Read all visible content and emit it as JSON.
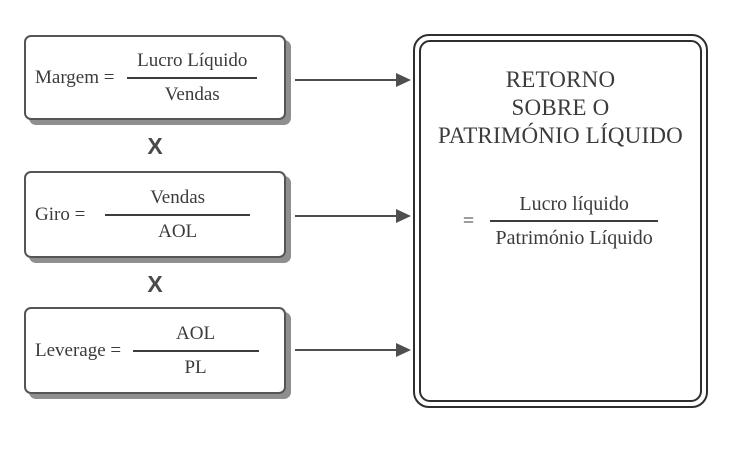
{
  "diagram": {
    "type": "flow-diagram",
    "multiply_sign": "X",
    "factors": [
      {
        "label": "Margem =",
        "numerator": "Lucro Líquido",
        "denominator": "Vendas"
      },
      {
        "label": "Giro =",
        "numerator": "Vendas",
        "denominator": "AOL"
      },
      {
        "label": "Leverage =",
        "numerator": "AOL",
        "denominator": "PL"
      }
    ],
    "result": {
      "title_lines": [
        "RETORNO",
        "SOBRE O",
        "PATRIMÓNIO LÍQUIDO"
      ],
      "equals": "=",
      "numerator": "Lucro líquido",
      "denominator": "Património Líquido"
    },
    "colors": {
      "background": "#ffffff",
      "text": "#3b3b3b",
      "factor_box_border": "#555555",
      "factor_box_shadow": "#8f8f8f",
      "result_box_border": "#2e2e2e",
      "arrow": "#4f4f4f"
    }
  }
}
